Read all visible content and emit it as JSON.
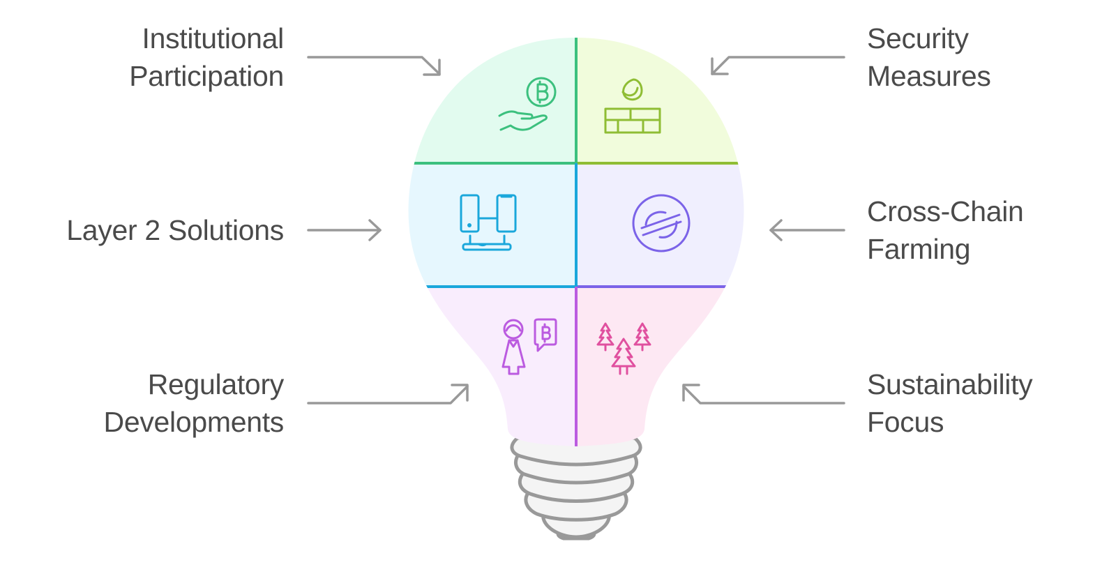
{
  "diagram": {
    "type": "lightbulb-infographic",
    "colors": {
      "text": "#4a4a4a",
      "arrow": "#999999",
      "socket_stroke": "#999999",
      "socket_fill": "#f4f4f4"
    },
    "segments": [
      {
        "id": "institutional-participation",
        "position": "top-left",
        "lines": [
          "Institutional",
          "Participation"
        ],
        "icon": "hand-bitcoin-icon",
        "stroke": "#3cc07e",
        "fill": "#e2fbef"
      },
      {
        "id": "security-measures",
        "position": "top-right",
        "lines": [
          "Security",
          "Measures"
        ],
        "icon": "firewall-icon",
        "stroke": "#8fbd34",
        "fill": "#f1fcdc"
      },
      {
        "id": "layer-2-solutions",
        "position": "middle-left",
        "lines": [
          "Layer 2 Solutions"
        ],
        "icon": "devices-connected-icon",
        "stroke": "#1aa7db",
        "fill": "#e6f7fe"
      },
      {
        "id": "cross-chain-farming",
        "position": "middle-right",
        "lines": [
          "Cross-Chain",
          "Farming"
        ],
        "icon": "stellar-coin-icon",
        "stroke": "#7b63e8",
        "fill": "#f0effe"
      },
      {
        "id": "regulatory-developments",
        "position": "bottom-left",
        "lines": [
          "Regulatory",
          "Developments"
        ],
        "icon": "woman-bitcoin-speech-icon",
        "stroke": "#bb5be0",
        "fill": "#f9edfd"
      },
      {
        "id": "sustainability-focus",
        "position": "bottom-right",
        "lines": [
          "Sustainability",
          "Focus"
        ],
        "icon": "pine-trees-icon",
        "stroke": "#e0509f",
        "fill": "#fde8f3"
      }
    ]
  }
}
